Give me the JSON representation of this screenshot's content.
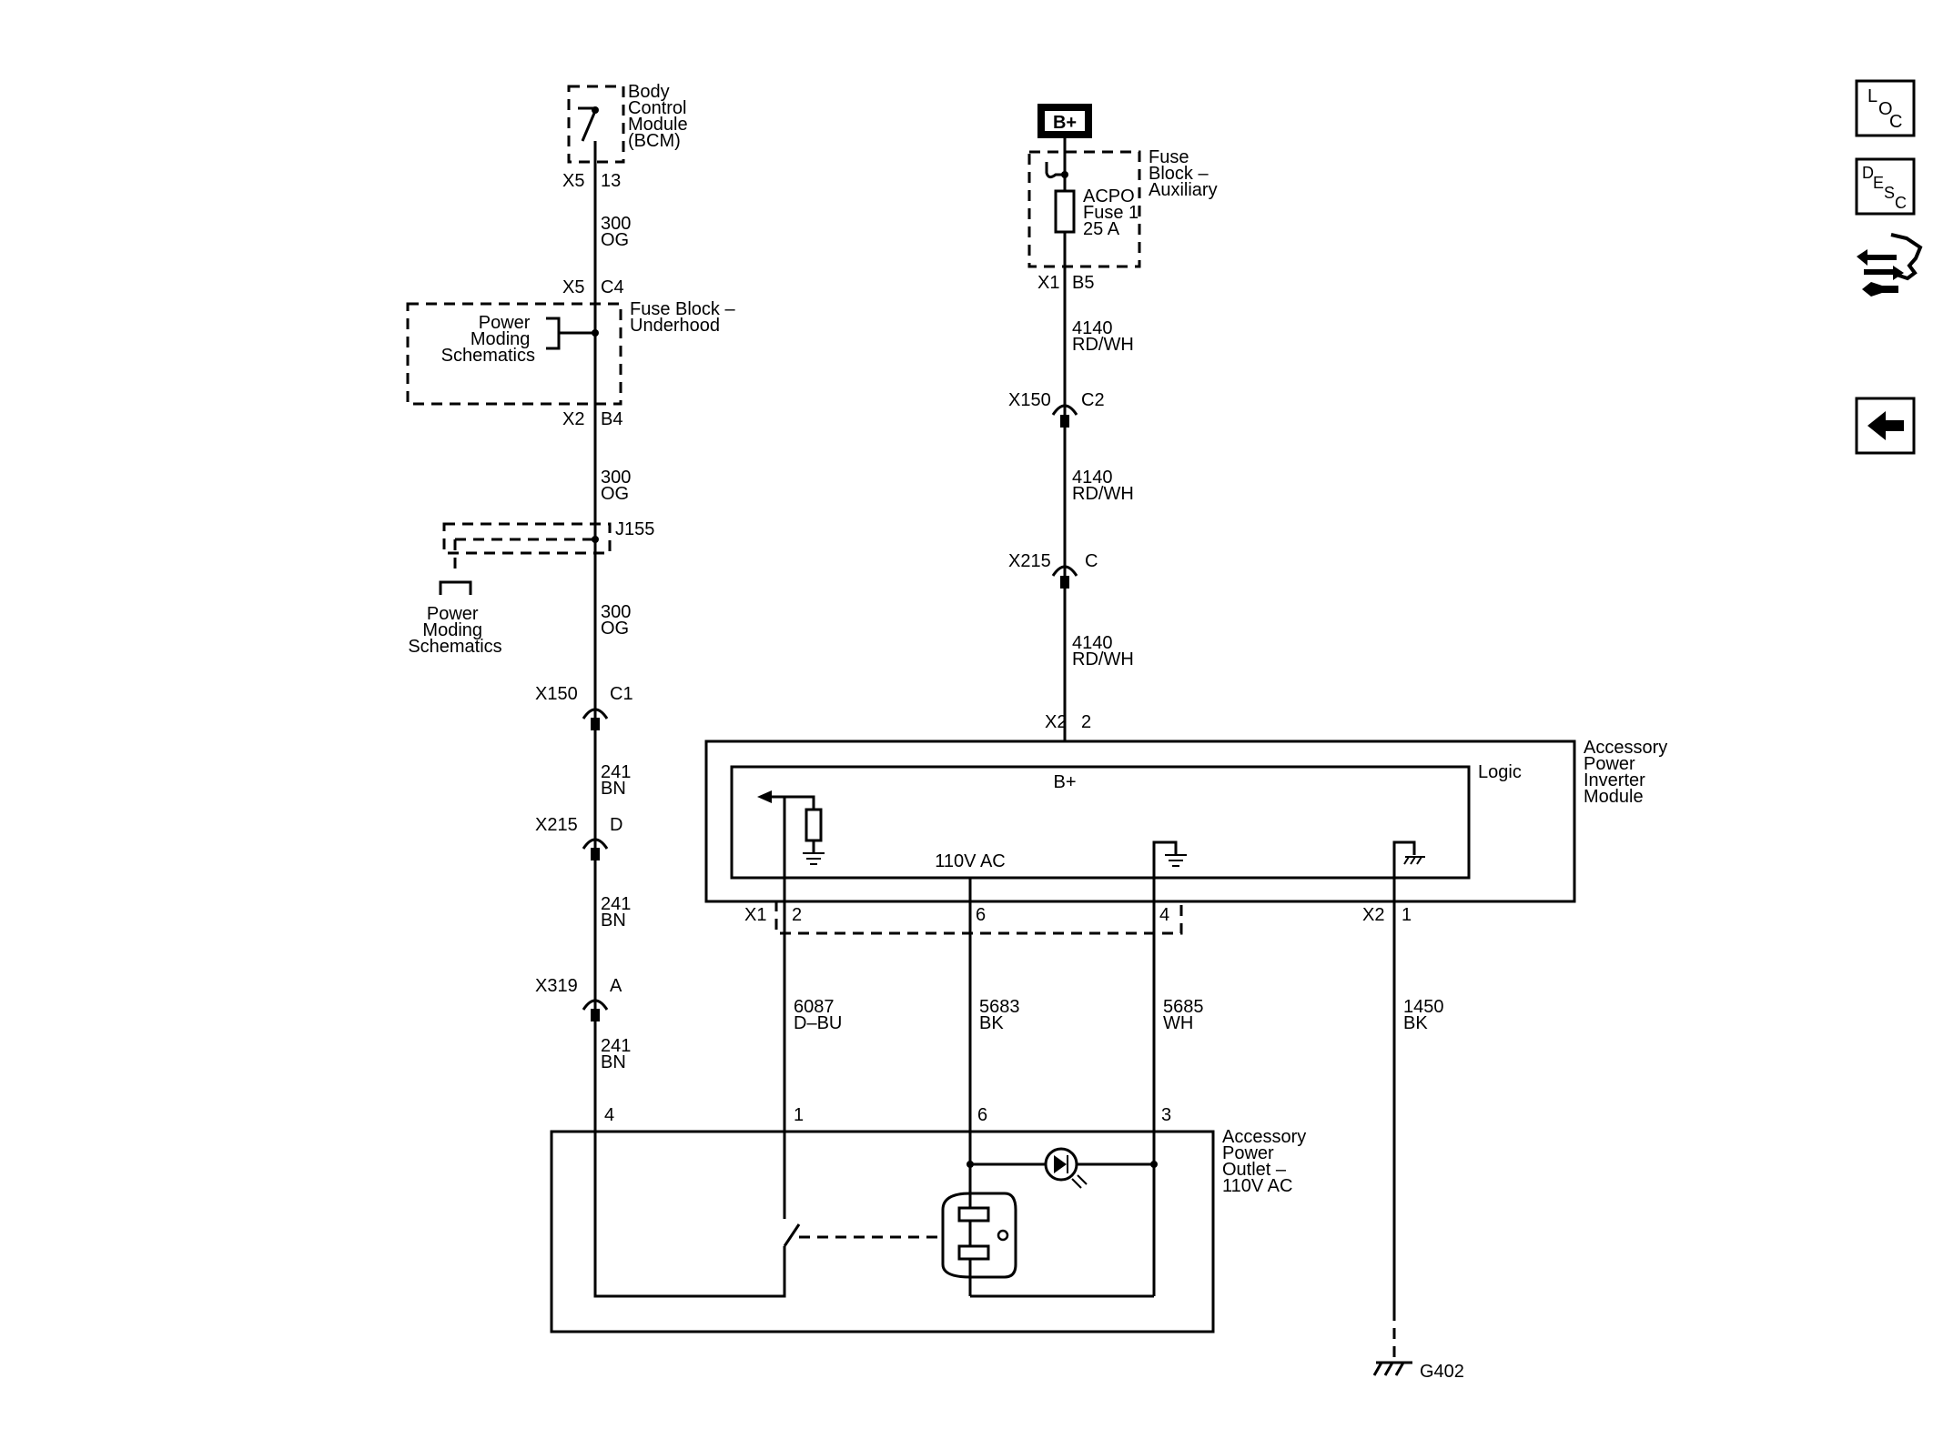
{
  "bcm": {
    "name_lines": [
      "Body",
      "Control",
      "Module",
      "(BCM)"
    ],
    "conn": "X5",
    "pin": "13"
  },
  "wire_300_a": {
    "num": "300",
    "color": "OG"
  },
  "fuse_underhood": {
    "top_conn": "X5",
    "top_pin": "C4",
    "name_lines": [
      "Fuse Block –",
      "Underhood"
    ],
    "ref_lines": [
      "Power",
      "Moding",
      "Schematics"
    ],
    "bottom_conn": "X2",
    "bottom_pin": "B4"
  },
  "wire_300_b": {
    "num": "300",
    "color": "OG"
  },
  "splice": {
    "label": "J155",
    "ref_lines": [
      "Power",
      "Moding",
      "Schematics"
    ]
  },
  "wire_300_c": {
    "num": "300",
    "color": "OG"
  },
  "inline_x150_c1": {
    "conn": "X150",
    "pin": "C1"
  },
  "wire_241_a": {
    "num": "241",
    "color": "BN"
  },
  "inline_x215_d": {
    "conn": "X215",
    "pin": "D"
  },
  "wire_241_b": {
    "num": "241",
    "color": "BN"
  },
  "inline_x319_a": {
    "conn": "X319",
    "pin": "A"
  },
  "wire_241_c": {
    "num": "241",
    "color": "BN"
  },
  "battery": {
    "label": "B+"
  },
  "fuse_aux": {
    "name_lines": [
      "Fuse",
      "Block –",
      "Auxiliary"
    ],
    "fuse_lines": [
      "ACPO",
      "Fuse 1",
      "25 A"
    ],
    "conn": "X1",
    "pin": "B5"
  },
  "wire_4140_a": {
    "num": "4140",
    "color": "RD/WH"
  },
  "inline_x150_c2": {
    "conn": "X150",
    "pin": "C2"
  },
  "wire_4140_b": {
    "num": "4140",
    "color": "RD/WH"
  },
  "inline_x215_c": {
    "conn": "X215",
    "pin": "C"
  },
  "wire_4140_c": {
    "num": "4140",
    "color": "RD/WH"
  },
  "inverter": {
    "name_lines": [
      "Accessory",
      "Power",
      "Inverter",
      "Module"
    ],
    "logic_label": "Logic",
    "bplus_label": "B+",
    "ac_label": "110V AC",
    "top_conn": "X2",
    "top_pin": "2",
    "x1_conn": "X1",
    "x1_pin_2": "2",
    "x1_pin_6": "6",
    "x1_pin_4": "4",
    "x2_conn": "X2",
    "x2_pin_1": "1"
  },
  "wire_6087": {
    "num": "6087",
    "color": "D–BU"
  },
  "wire_5683": {
    "num": "5683",
    "color": "BK"
  },
  "wire_5685": {
    "num": "5685",
    "color": "WH"
  },
  "wire_1450": {
    "num": "1450",
    "color": "BK"
  },
  "outlet": {
    "name_lines": [
      "Accessory",
      "Power",
      "Outlet –",
      "110V AC"
    ],
    "pin_4": "4",
    "pin_1": "1",
    "pin_6": "6",
    "pin_3": "3"
  },
  "ground": {
    "label": "G402"
  },
  "nav": {
    "loc": [
      "L",
      "O",
      "C"
    ],
    "desc": [
      "D",
      "E",
      "S",
      "C"
    ],
    "back_icon": "left-arrow-icon",
    "diag_icon": "diagnostic-tool-icon"
  }
}
